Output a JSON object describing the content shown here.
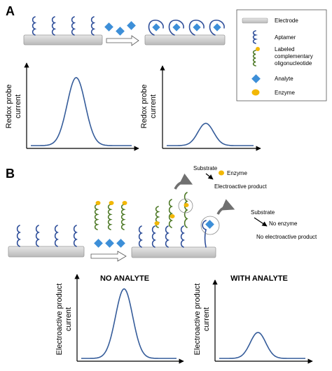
{
  "panel_a": {
    "letter": "A",
    "graph_left": {
      "ylabel_line1": "Redox probe",
      "ylabel_line2": "current",
      "curve": {
        "peak_center": 0.45,
        "peak_height": 0.9,
        "width": 0.09
      }
    },
    "graph_right": {
      "ylabel_line1": "Redox probe",
      "ylabel_line2": "current",
      "curve": {
        "peak_center": 0.45,
        "peak_height": 0.3,
        "width": 0.09
      }
    }
  },
  "legend": {
    "items": [
      {
        "label_lines": [
          "Electrode"
        ]
      },
      {
        "label_lines": [
          "Aptamer"
        ]
      },
      {
        "label_lines": [
          "Labeled",
          "complementary",
          "oligonucleotide"
        ]
      },
      {
        "label_lines": [
          "Analyte"
        ]
      },
      {
        "label_lines": [
          "Enzyme"
        ]
      }
    ]
  },
  "panel_b": {
    "letter": "B",
    "substrate_top": "Substrate",
    "enzyme_top": "Enzyme",
    "product_top": "Electroactive product",
    "substrate_right": "Substrate",
    "no_enzyme": "No enzyme",
    "no_product": "No electroactive product",
    "graph_left": {
      "heading": "NO ANALYTE",
      "ylabel_line1": "Electroactive product",
      "ylabel_line2": "current",
      "curve": {
        "peak_center": 0.45,
        "peak_height": 0.92,
        "width": 0.09
      }
    },
    "graph_right": {
      "heading": "WITH ANALYTE",
      "ylabel_line1": "Electroactive product",
      "ylabel_line2": "current",
      "curve": {
        "peak_center": 0.45,
        "peak_height": 0.35,
        "width": 0.09
      }
    }
  },
  "colors": {
    "aptamer": "#2f4f9a",
    "complementary": "#4f7a28",
    "analyte": "#3d8fd8",
    "enzyme": "#f2b705",
    "electrode": "#cfcfcf",
    "curve": "#355c9a",
    "arrow_gray": "#707070"
  }
}
